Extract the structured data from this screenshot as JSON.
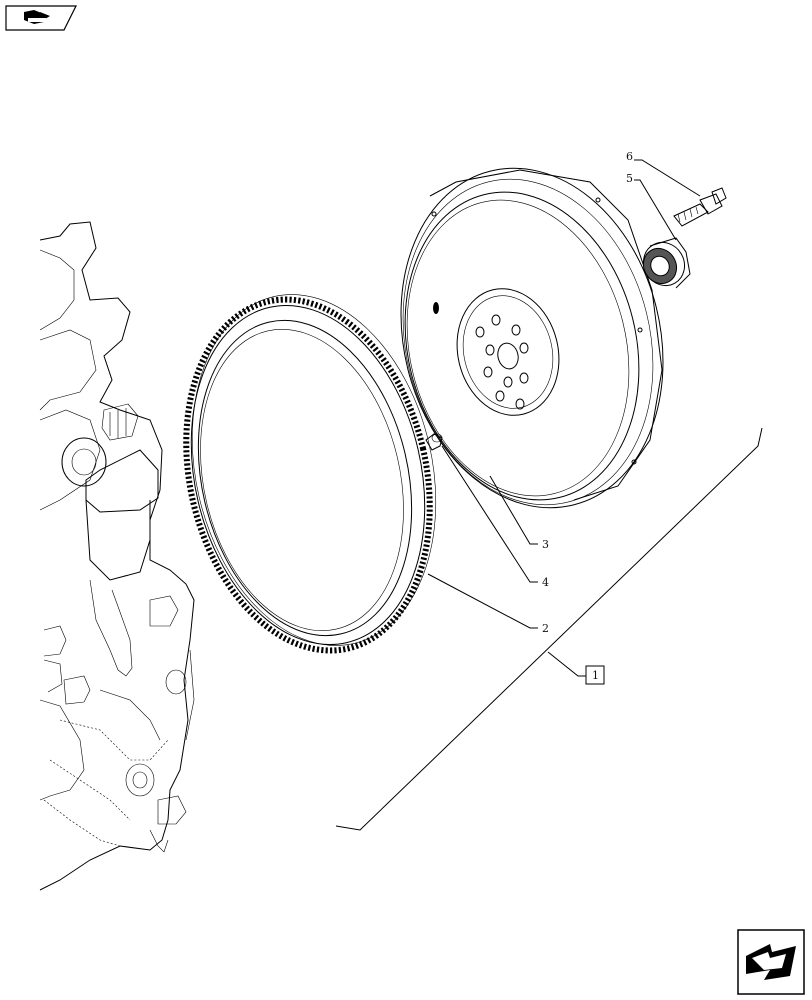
{
  "icons": {
    "prev": "book-arrow-icon",
    "next": "next-page-arrow-icon"
  },
  "callouts": {
    "n6": "6",
    "n5": "5",
    "n3": "3",
    "n4": "4",
    "n2": "2",
    "n1": "1"
  },
  "parts": {
    "flywheel": "flywheel",
    "ring_gear": "flywheel-ring-gear",
    "dowel_pin": "dowel-pin",
    "bearing": "bearing",
    "bolt": "bolt"
  }
}
